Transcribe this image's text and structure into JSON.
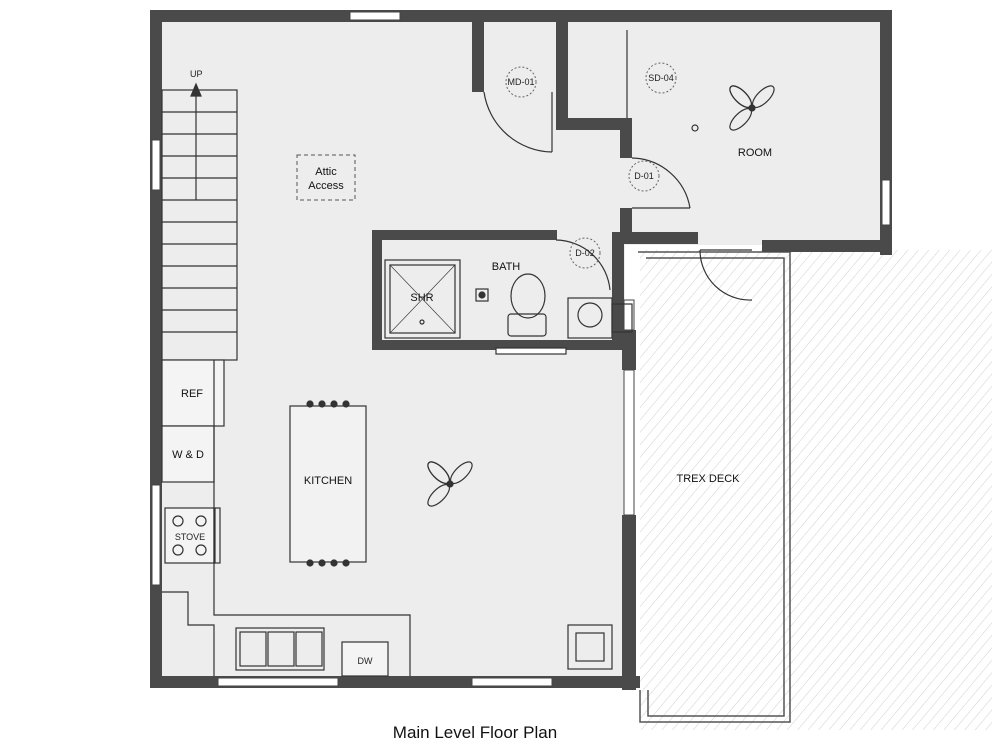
{
  "title": "Main Level Floor Plan",
  "rooms": {
    "up": "UP",
    "attic": [
      "Attic",
      "Access"
    ],
    "room": "ROOM",
    "bath": "BATH",
    "shower": "SHR",
    "ref": "REF",
    "wd": "W & D",
    "kitchen": "KITCHEN",
    "stove": "STOVE",
    "dw": "DW",
    "deck": "TREX DECK"
  },
  "doors": {
    "md01": "MD-01",
    "sd04": "SD-04",
    "d01": "D-01",
    "d02": "D-02"
  },
  "colors": {
    "wall": "#4a4a4a",
    "floor": "#ededed",
    "deck": "#f4f4f4",
    "line": "#333333"
  }
}
